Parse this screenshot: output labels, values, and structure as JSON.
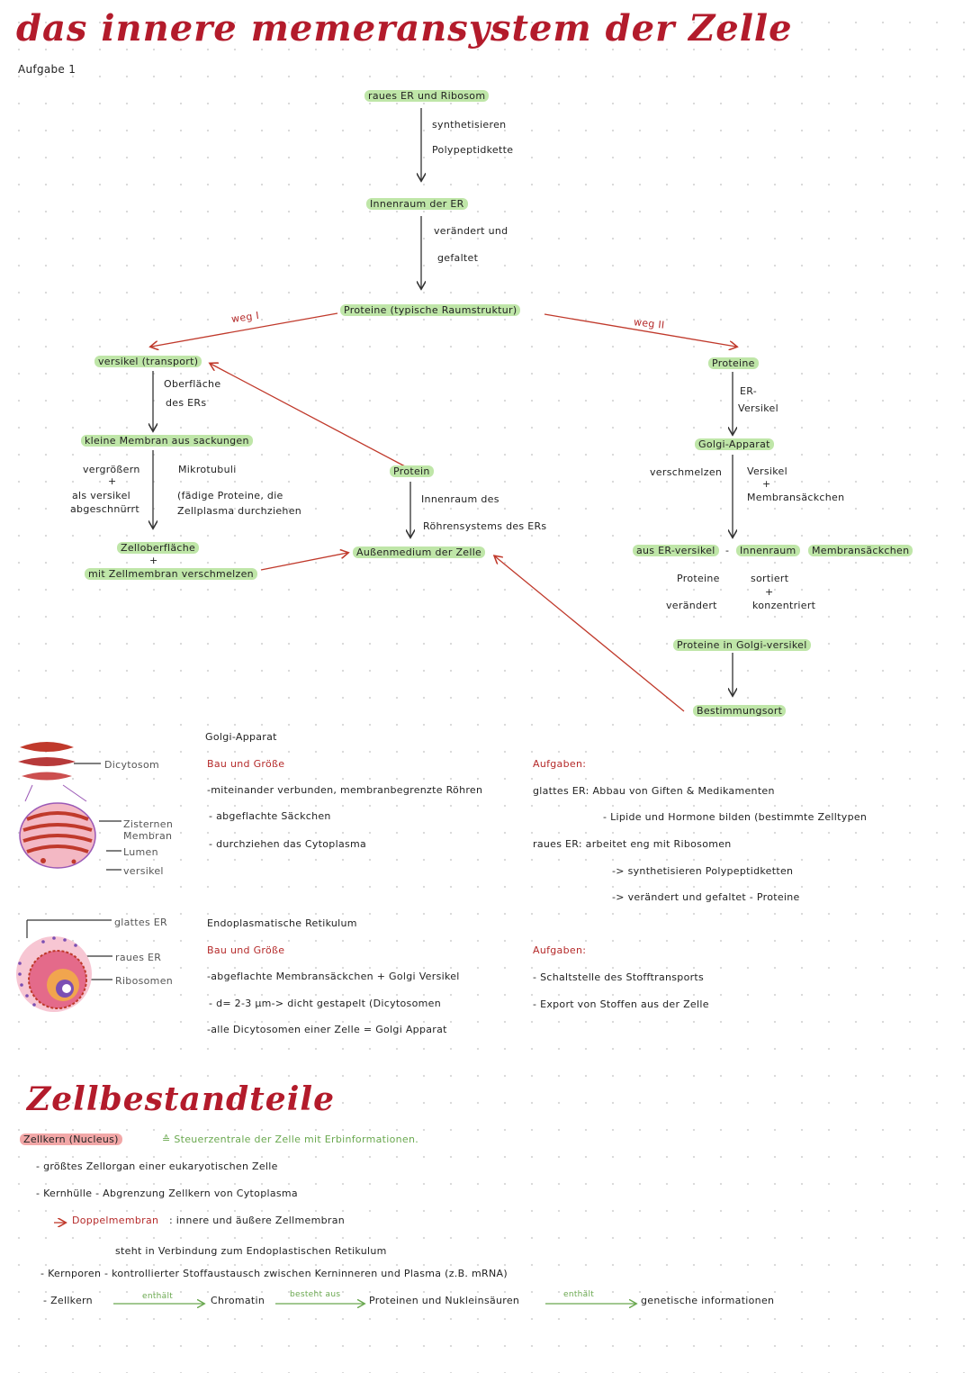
{
  "title": "das innere memeransystem der Zelle",
  "task": "Aufgabe 1",
  "flow": {
    "n1": "raues ER und Ribosom",
    "n1_note_a": "synthetisieren",
    "n1_note_b": "Polypeptidkette",
    "n2": "Innenraum der ER",
    "n2_note_a": "verändert und",
    "n2_note_b": "gefaltet",
    "n3": "Proteine (typische Raumstruktur)",
    "weg1": "weg I",
    "weg2": "weg II",
    "left": {
      "versikel": "versikel (transport)",
      "note_a": "Oberfläche",
      "note_b": "des ERs",
      "kleine": "kleine Membran aus sackungen",
      "vergr": "vergrößern",
      "plus": "+",
      "als": "als versikel",
      "abgesch": "abgeschnürrt",
      "mikro": "Mikrotubuli",
      "fadig": "(fädige Proteine, die",
      "zellpl": "Zellplasma durchziehen",
      "zellob": "Zelloberfläche",
      "plus2": "+",
      "mit": "mit Zellmembran verschmelzen"
    },
    "mid": {
      "protein": "Protein",
      "inn": "Innenraum des",
      "rohr": "Röhrensystems des ERs",
      "aussen": "Außenmedium der Zelle"
    },
    "right": {
      "proteine": "Proteine",
      "er": "ER-",
      "vers": "Versikel",
      "golgi": "Golgi-Apparat",
      "verschm": "verschmelzen",
      "vers2": "Versikel",
      "plus": "+",
      "membr": "Membransäckchen",
      "aus": "aus ER-versikel",
      "dash": "-",
      "innen": "Innenraum",
      "membr2": "Membransäckchen",
      "prot2": "Proteine",
      "sort": "sortiert",
      "plus2": "+",
      "veraend": "verändert",
      "konz": "konzentriert",
      "inGolgi": "Proteine in Golgi-versikel",
      "best": "Bestimmungsort"
    }
  },
  "golgi": {
    "label_dict": "Dicytosom",
    "label_zist": "Zisternen",
    "label_membr": "Membran",
    "label_lumen": "Lumen",
    "label_vers": "versikel",
    "head": "Golgi-Apparat",
    "bau": "Bau und Größe",
    "l1": "-miteinander verbunden, membranbegrenzte Röhren",
    "l2": "- abgeflachte Säckchen",
    "l3": "- durchziehen das Cytoplasma",
    "aufg": "Aufgaben:",
    "a1": "glattes ER: Abbau von Giften & Medikamenten",
    "a2": "- Lipide und Hormone bilden (bestimmte Zelltypen",
    "a3": "raues ER: arbeitet eng mit Ribosomen",
    "a4": "-> synthetisieren Polypeptidketten",
    "a5": "-> verändert und gefaltet - Proteine"
  },
  "er": {
    "label_glatt": "glattes ER",
    "label_rau": "raues ER",
    "label_ribo": "Ribosomen",
    "head": "Endoplasmatische Retikulum",
    "bau": "Bau und Größe",
    "l1": "-abgeflachte Membransäckchen + Golgi Versikel",
    "l2": "- d= 2-3 µm-> dicht gestapelt (Dicytosomen",
    "l3": "-alle Dicytosomen einer Zelle = Golgi Apparat",
    "aufg": "Aufgaben:",
    "a1": "- Schaltstelle des Stofftransports",
    "a2": "- Export von Stoffen aus der Zelle"
  },
  "bestand": {
    "title": "Zellbestandteile",
    "kern": "Zellkern (Nucleus)",
    "kern_def": "≙ Steuerzentrale der Zelle mit Erbinformationen.",
    "b1": "- größtes Zellorgan einer eukaryotischen Zelle",
    "b2": "- Kernhülle - Abgrenzung Zellkern von Cytoplasma",
    "b3_a": "Doppelmembran",
    "b3_b": ": innere und äußere Zellmembran",
    "b4": "steht in Verbindung zum Endoplastischen Retikulum",
    "b5": "- Kernporen - kontrollierter Stoffaustausch zwischen Kerninneren und Plasma (z.B. mRNA)",
    "c1": "- Zellkern",
    "c_enth": "enthält",
    "c2": "Chromatin",
    "c_best": "besteht aus",
    "c3": "Proteinen und Nukleinsäuren",
    "c_enth2": "enthält",
    "c4": "genetische informationen"
  }
}
